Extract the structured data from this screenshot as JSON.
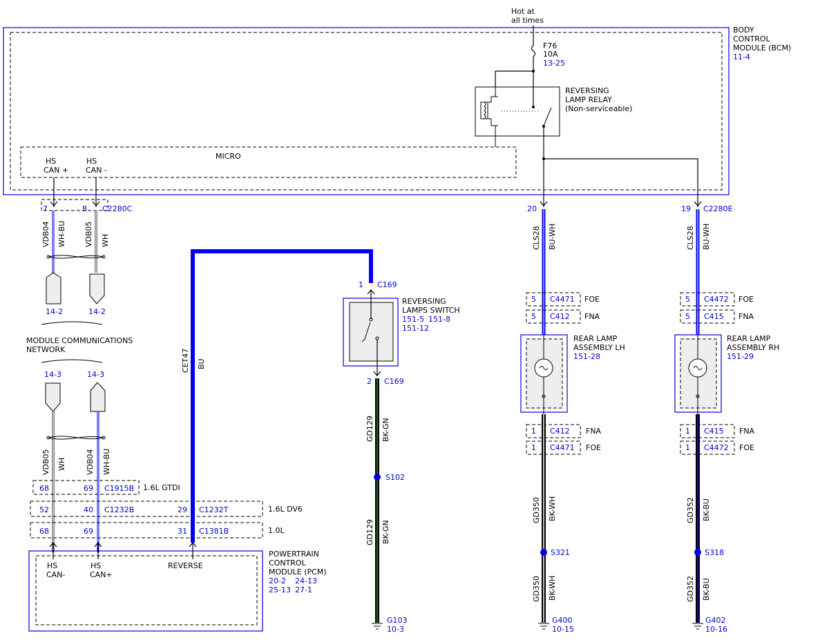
{
  "colors": {
    "accent_blue": "#0000dd",
    "wire_blue": "#0000ee",
    "wire_green": "#1a6b2a",
    "module_fill": "#f0f0f0"
  },
  "power": {
    "hot_line1": "Hot at",
    "hot_line2": "all times",
    "fuse": "F76",
    "fuse_rating": "10A",
    "fuse_ref": "13-25"
  },
  "bcm": {
    "line1": "BODY",
    "line2": "CONTROL",
    "line3": "MODULE (BCM)",
    "ref": "11-4",
    "micro": "MICRO",
    "can_plus_1": "HS",
    "can_plus_2": "CAN +",
    "can_minus_1": "HS",
    "can_minus_2": "CAN -"
  },
  "relay": {
    "line1": "REVERSING",
    "line2": "LAMP RELAY",
    "line3": "(Non-serviceable)"
  },
  "bcm_pins": {
    "pin7": "7",
    "pin8": "8",
    "connector_c": "C2280C",
    "pin20": "20",
    "pin19": "19",
    "connector_e": "C2280E"
  },
  "can_upper": {
    "vdb04": "VDB04",
    "vdb04_color": "WH-BU",
    "vdb05": "VDB05",
    "vdb05_color": "WH",
    "ref_a": "14-2",
    "ref_b": "14-2"
  },
  "network": {
    "line1": "MODULE COMMUNICATIONS",
    "line2": "NETWORK"
  },
  "can_lower": {
    "ref_a": "14-3",
    "ref_b": "14-3",
    "vdb05": "VDB05",
    "vdb05_color": "WH",
    "vdb04": "VDB04",
    "vdb04_color": "WH-BU"
  },
  "pcm_connectors": [
    {
      "a": "68",
      "b": "69",
      "name": "C1915B",
      "engine": "1.6L GTDI"
    },
    {
      "a": "52",
      "b": "40",
      "name": "C1232B",
      "c": "29",
      "name2": "C1232T",
      "engine": "1.6L DV6"
    },
    {
      "a": "68",
      "b": "69",
      "c": "31",
      "name": "C1381B",
      "engine": "1.0L"
    }
  ],
  "pcm": {
    "line1": "POWERTRAIN",
    "line2": "CONTROL",
    "line3": "MODULE (PCM)",
    "ref1a": "20-2",
    "ref1b": "24-13",
    "ref2a": "25-13",
    "ref2b": "27-1",
    "can_minus_1": "HS",
    "can_minus_2": "CAN-",
    "can_plus_1": "HS",
    "can_plus_2": "CAN+",
    "reverse": "REVERSE"
  },
  "cet47": {
    "circuit": "CET47",
    "color": "BU"
  },
  "switch": {
    "pin_top": "1",
    "conn_top": "C169",
    "line1": "REVERSING",
    "line2": "LAMPS SWITCH",
    "ref1a": "151-5",
    "ref1b": "151-8",
    "ref2": "151-12",
    "pin_bottom": "2",
    "conn_bottom": "C169"
  },
  "ground_switch": {
    "circuit_a": "GD129",
    "color_a": "BK-GN",
    "splice": "S102",
    "circuit_b": "GD129",
    "color_b": "BK-GN",
    "ground": "G103",
    "ref": "10-3"
  },
  "lh": {
    "circuit": "CLS28",
    "color": "BU-WH",
    "c1_pin": "5",
    "c1": "C4471",
    "c1_tag": "FOE",
    "c2_pin": "5",
    "c2": "C412",
    "c2_tag": "FNA",
    "line1": "REAR LAMP",
    "line2": "ASSEMBLY LH",
    "ref": "151-28",
    "c3_pin": "1",
    "c3": "C412",
    "c3_tag": "FNA",
    "c4_pin": "1",
    "c4": "C4471",
    "c4_tag": "FOE",
    "gd_a": "GD350",
    "gd_color_a": "BK-WH",
    "splice": "S321",
    "gd_b": "GD350",
    "gd_color_b": "BK-WH",
    "ground": "G400",
    "ground_ref": "10-15"
  },
  "rh": {
    "circuit": "CLS28",
    "color": "BU-WH",
    "c1_pin": "5",
    "c1": "C4472",
    "c1_tag": "FOE",
    "c2_pin": "5",
    "c2": "C415",
    "c2_tag": "FNA",
    "line1": "REAR LAMP",
    "line2": "ASSEMBLY RH",
    "ref": "151-29",
    "c3_pin": "1",
    "c3": "C415",
    "c3_tag": "FNA",
    "c4_pin": "1",
    "c4": "C4472",
    "c4_tag": "FOE",
    "gd_a": "GD352",
    "gd_color_a": "BK-BU",
    "splice": "S318",
    "gd_b": "GD352",
    "gd_color_b": "BK-BU",
    "ground": "G402",
    "ground_ref": "10-16"
  }
}
